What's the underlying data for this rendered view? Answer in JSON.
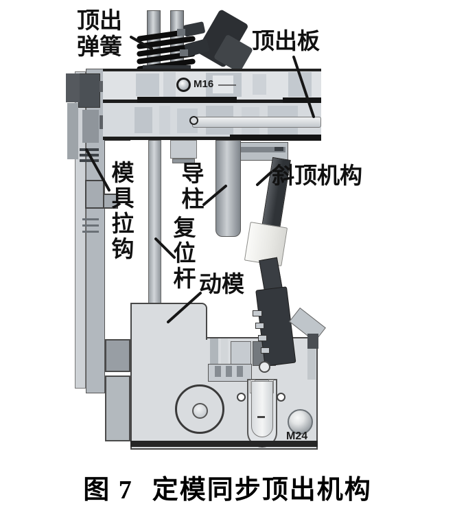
{
  "figure": {
    "callouts": {
      "ejector_spring_line1": "顶出",
      "ejector_spring_line2": "弹簧",
      "ejector_plate": "顶出板",
      "mold_pull_hook": "模具拉钩",
      "guide_pillar": "导柱",
      "return_rod": "复位杆",
      "lifter_mechanism": "斜顶机构",
      "moving_mold": "动模"
    },
    "part_marks": {
      "top_bolt": "M16",
      "bottom_bolt": "M24"
    },
    "caption": {
      "figure_no": "图 7",
      "title": "定模同步顶出机构"
    },
    "colors": {
      "ink": "#1a1a1a",
      "background": "#ffffff",
      "metal_light": "#d9dcdf",
      "metal_mid": "#aab0b5",
      "dark_part": "#34383d",
      "spring_black": "#0d0d0d"
    }
  }
}
